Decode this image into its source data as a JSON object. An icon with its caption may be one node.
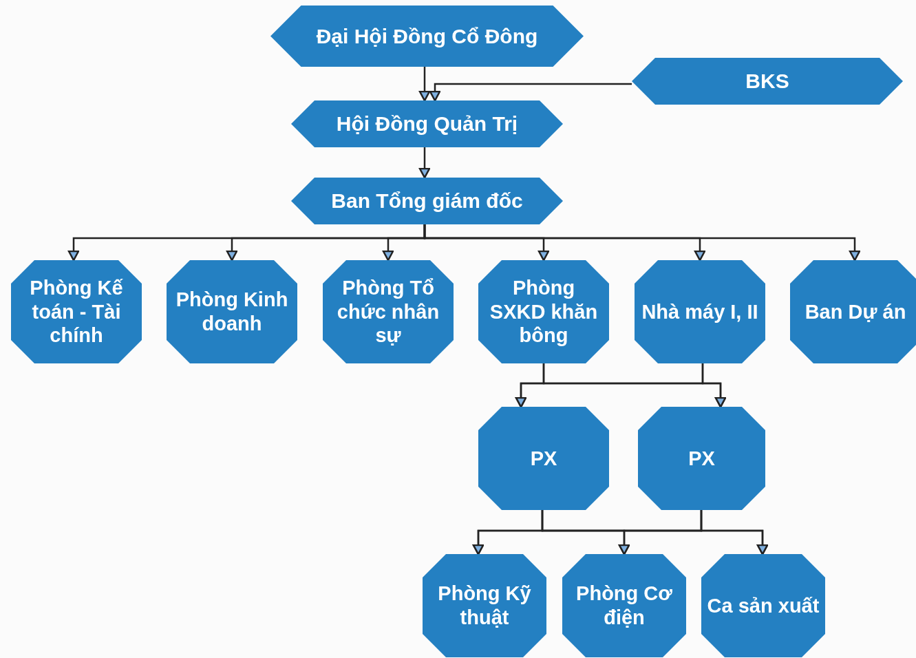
{
  "diagram": {
    "nodes": [
      {
        "text": [
          "Đại Hội Đồng Cổ Đông"
        ]
      },
      {
        "text": [
          "BKS"
        ]
      },
      {
        "text": [
          "Hội Đồng Quản Trị"
        ]
      },
      {
        "text": [
          "Ban Tổng giám đốc"
        ]
      },
      {
        "text": [
          "Phòng Kế toán - Tài chính"
        ]
      },
      {
        "text": [
          "Phòng Kinh doanh"
        ]
      },
      {
        "text": [
          "Phòng Tổ chức nhân sự"
        ]
      },
      {
        "text": [
          "Phòng SXKD khăn bông"
        ]
      },
      {
        "text": [
          "Nhà máy I, II"
        ]
      },
      {
        "text": [
          "Ban Dự án"
        ]
      },
      {
        "text": [
          "PX"
        ]
      },
      {
        "text": [
          "PX"
        ]
      },
      {
        "text": [
          "Phòng Kỹ thuật"
        ]
      },
      {
        "text": [
          "Phòng Cơ điện"
        ]
      },
      {
        "text": [
          "Ca sản xuất"
        ]
      }
    ],
    "edges": [
      {
        "from": 0,
        "to": 2,
        "arrow": "to"
      },
      {
        "from": 1,
        "to": 2,
        "arrow": "to"
      },
      {
        "from": 2,
        "to": 3,
        "arrow": "to"
      },
      {
        "from": 3,
        "to": 4,
        "arrow": "to"
      },
      {
        "from": 3,
        "to": 5,
        "arrow": "to"
      },
      {
        "from": 3,
        "to": 6,
        "arrow": "to"
      },
      {
        "from": 3,
        "to": 7,
        "arrow": "to"
      },
      {
        "from": 3,
        "to": 8,
        "arrow": "to"
      },
      {
        "from": 3,
        "to": 9,
        "arrow": "to"
      },
      {
        "from": 7,
        "to": 10,
        "arrow": "to"
      },
      {
        "from": 7,
        "to": 11,
        "arrow": "to"
      },
      {
        "from": 8,
        "to": 10,
        "arrow": "to"
      },
      {
        "from": 8,
        "to": 11,
        "arrow": "to"
      },
      {
        "from": 10,
        "to": 12,
        "arrow": "to"
      },
      {
        "from": 10,
        "to": 13,
        "arrow": "to"
      },
      {
        "from": 10,
        "to": 14,
        "arrow": "to"
      },
      {
        "from": 11,
        "to": 12,
        "arrow": "to"
      },
      {
        "from": 11,
        "to": 13,
        "arrow": "to"
      },
      {
        "from": 11,
        "to": 14,
        "arrow": "to"
      }
    ]
  }
}
